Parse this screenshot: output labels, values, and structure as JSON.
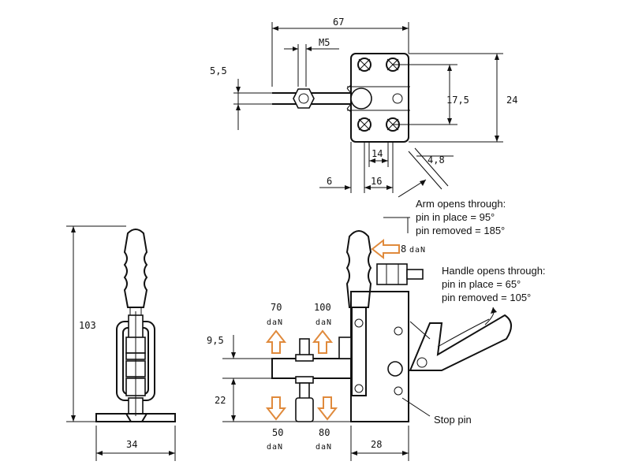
{
  "dimensions": {
    "overall_width": "67",
    "thread": "M5",
    "height_5_5": "5,5",
    "hole_spacing": "17,5",
    "base_height": "24",
    "dim_14": "14",
    "dim_4_8": "4,8",
    "dim_6": "6",
    "dim_16": "16",
    "total_height": "103",
    "base_width": "34",
    "dim_9_5": "9,5",
    "dim_22": "22",
    "base_depth": "28"
  },
  "arm_note": [
    "Arm opens through:",
    "pin in place = 95°",
    "pin removed = 185°"
  ],
  "handle_note": [
    "Handle opens through:",
    "pin in place = 65°",
    "pin removed = 105°"
  ],
  "stop_pin_label": "Stop pin",
  "forces": {
    "side_value": "8",
    "side_unit": "daN",
    "up_left_value": "70",
    "up_right_value": "100",
    "down_left_value": "50",
    "down_right_value": "80",
    "unit": "daN"
  },
  "colors": {
    "line": "#111111",
    "force_arrow": "#e08a3c"
  }
}
